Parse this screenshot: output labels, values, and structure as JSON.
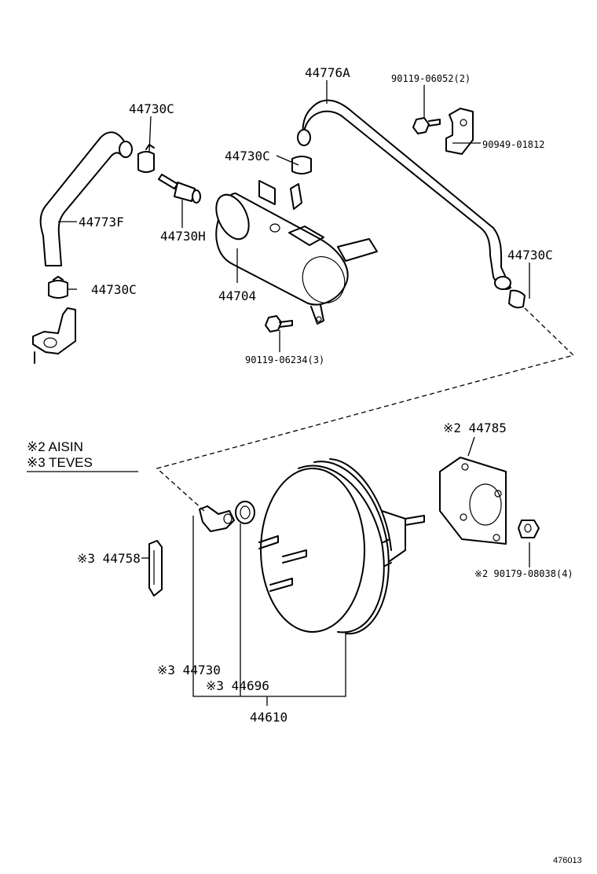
{
  "labels": {
    "p44776A": "44776A",
    "p90119_06052": "90119-06052(2)",
    "p44730C_1": "44730C",
    "p44730C_2": "44730C",
    "p90949_01812": "90949-01812",
    "p44773F": "44773F",
    "p44730H": "44730H",
    "p44730C_3": "44730C",
    "p44730C_4": "44730C",
    "p44704": "44704",
    "p90119_06234": "90119-06234(3)",
    "p44785": "※2 44785",
    "p44758": "※3 44758",
    "p90179_08038": "※2 90179-08038(4)",
    "p44730": "※3 44730",
    "p44696": "※3 44696",
    "p44610": "44610"
  },
  "legend": {
    "line1": "※2 AISIN",
    "line2": "※3 TEVES"
  },
  "figure_ref": "476013"
}
